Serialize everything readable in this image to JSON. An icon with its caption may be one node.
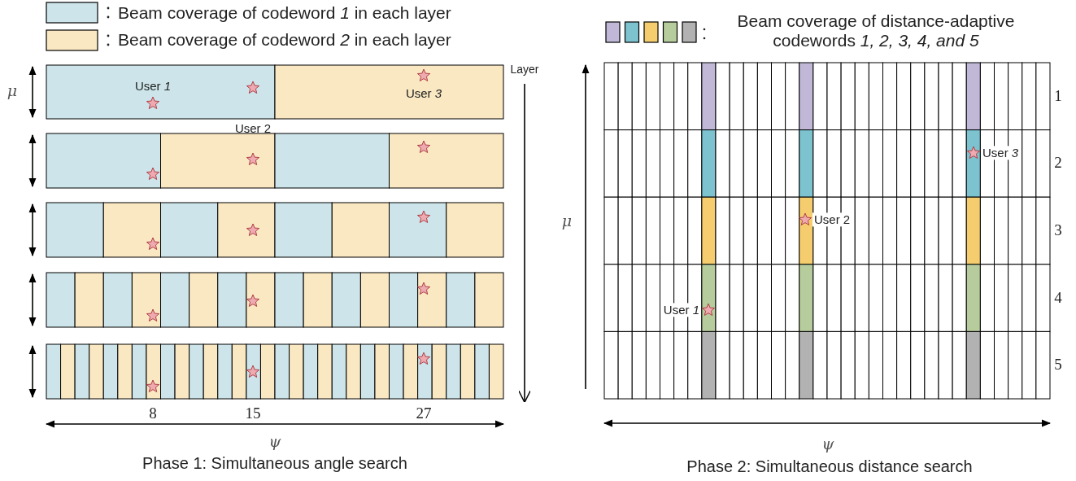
{
  "diagram": {
    "labels": [
      "μ",
      "User *1*",
      "User 2",
      "User *3*",
      "Layer",
      "8",
      "15",
      "27",
      "ψ",
      "Phase 1: Simultaneous angle search",
      "μ",
      "1",
      "2",
      "3",
      "4",
      "5",
      "User *3*",
      "User 2",
      "User *1*",
      "ψ",
      "Phase 2: Simultaneous distance search"
    ],
    "legend": [
      {
        "text": "Beam coverage of codeword *1* in each layer",
        "color": "#cde5ea"
      },
      {
        "text": "Beam coverage of codeword *2* in each layer",
        "color": "#f9e8c2"
      },
      {
        "text": "Beam coverage of distance-adaptive codewords *1, 2, 3, 4, and 5*"
      }
    ]
  }
}
